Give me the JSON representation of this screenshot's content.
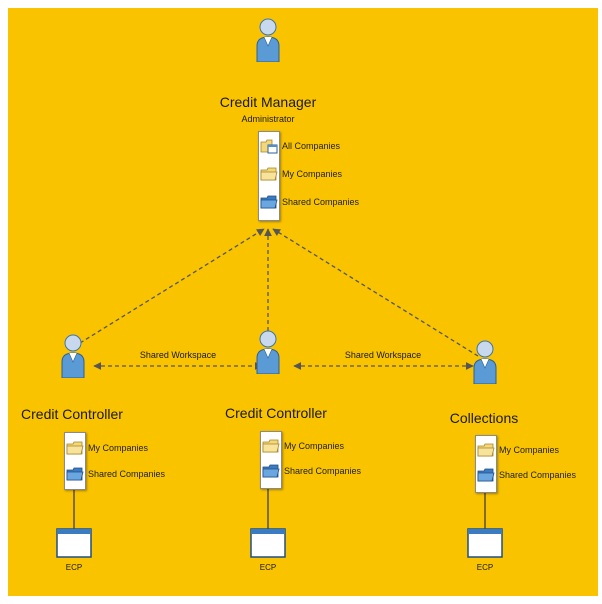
{
  "root": {
    "name": "Credit Manager",
    "role": "Administrator",
    "items": [
      {
        "label": "All Companies",
        "icon": "folder-window-icon"
      },
      {
        "label": "My Companies",
        "icon": "folder-yellow-icon"
      },
      {
        "label": "Shared Companies",
        "icon": "folder-blue-icon"
      }
    ]
  },
  "edge_label": "Shared Workspace",
  "nodes": [
    {
      "name": "Credit Controller",
      "items": [
        {
          "label": "My Companies",
          "icon": "folder-yellow-icon"
        },
        {
          "label": "Shared Companies",
          "icon": "folder-blue-icon"
        }
      ],
      "system": "ECP"
    },
    {
      "name": "Credit Controller",
      "items": [
        {
          "label": "My Companies",
          "icon": "folder-yellow-icon"
        },
        {
          "label": "Shared Companies",
          "icon": "folder-blue-icon"
        }
      ],
      "system": "ECP"
    },
    {
      "name": "Collections",
      "items": [
        {
          "label": "My Companies",
          "icon": "folder-yellow-icon"
        },
        {
          "label": "Shared Companies",
          "icon": "folder-blue-icon"
        }
      ],
      "system": "ECP"
    }
  ],
  "colors": {
    "background": "#f9c300",
    "person": "#5b9bd5",
    "folder_yellow": "#f3d77a",
    "folder_blue": "#4f8fd0",
    "connector": "#555555"
  }
}
